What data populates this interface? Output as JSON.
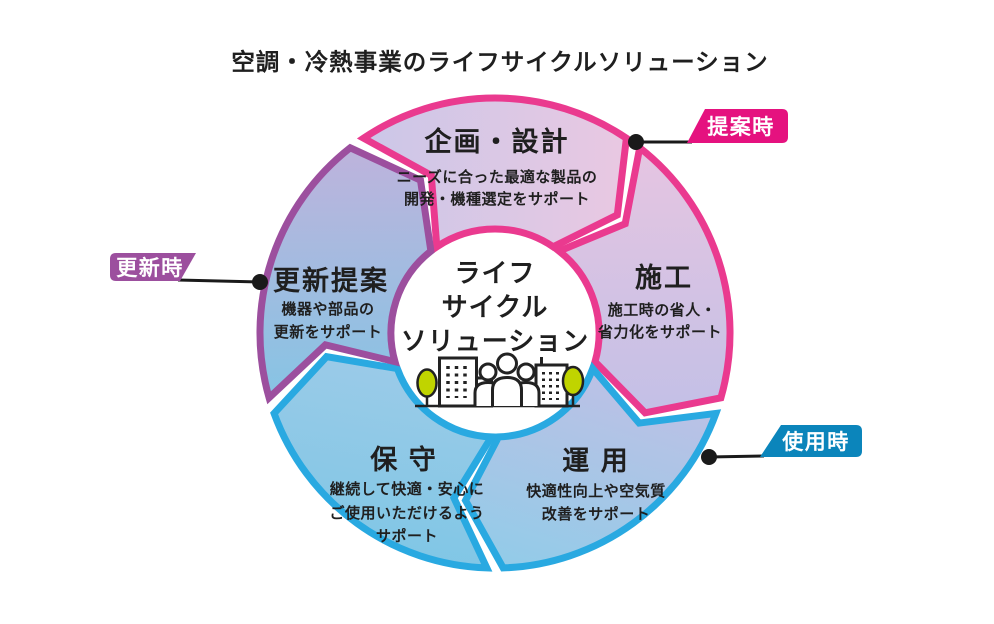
{
  "title": "空調・冷熱事業のライフサイクルソリューション",
  "center": {
    "line1": "ライフ",
    "line2": "サイクル",
    "line3": "ソリューション",
    "icon": "buildings-people-trees-icon"
  },
  "segments": {
    "plan": {
      "title": "企画・設計",
      "desc1": "ニーズに合った最適な製品の",
      "desc2": "開発・機種選定をサポート",
      "border": "#ea3a8f"
    },
    "construction": {
      "title": "施工",
      "desc1": "施工時の省人・",
      "desc2": "省力化をサポート",
      "border": "#ea3a8f"
    },
    "operation": {
      "title": "運 用",
      "desc1": "快適性向上や空気質",
      "desc2": "改善をサポート",
      "border": "#29a9e1"
    },
    "maintenance": {
      "title": "保 守",
      "desc1": "継続して快適・安心に",
      "desc2": "ご使用いただけるよう",
      "desc3": "サポート",
      "border": "#29a9e1"
    },
    "renewal": {
      "title": "更新提案",
      "desc1": "機器や部品の",
      "desc2": "更新をサポート",
      "border": "#9c4f9e"
    }
  },
  "callouts": {
    "proposal": {
      "label": "提案時",
      "color": "#e5127f"
    },
    "use": {
      "label": "使用時",
      "color": "#0b85bb"
    },
    "renewal": {
      "label": "更新時",
      "color": "#9c4f9e"
    }
  },
  "gradients": {
    "plan": {
      "from": "#cbc7e8",
      "to": "#e9c8e2"
    },
    "construction": {
      "from": "#e6c5e1",
      "to": "#c3c0e6"
    },
    "operation": {
      "from": "#bfc0e5",
      "to": "#94cbe8"
    },
    "maintenance": {
      "from": "#9ccbe8",
      "to": "#7ec6e5"
    },
    "renewal": {
      "from": "#beb3dc",
      "to": "#86c4e4"
    }
  },
  "colors": {
    "tree": "#c0d400",
    "outline": "#222222",
    "connector": "#1a1a1a",
    "text": "#1f1f1f"
  }
}
